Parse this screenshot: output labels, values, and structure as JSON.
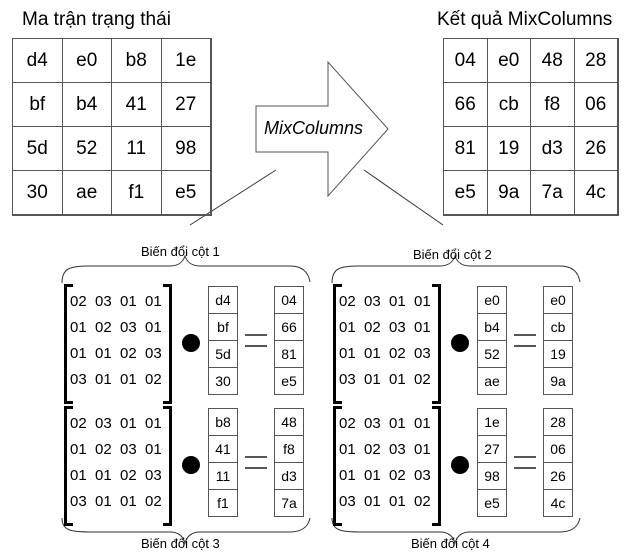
{
  "state_matrix": {
    "title": "Ma trận trạng thái",
    "cells": [
      [
        "d4",
        "e0",
        "b8",
        "1e"
      ],
      [
        "bf",
        "b4",
        "41",
        "27"
      ],
      [
        "5d",
        "52",
        "11",
        "98"
      ],
      [
        "30",
        "ae",
        "f1",
        "e5"
      ]
    ]
  },
  "result_matrix": {
    "title": "Kết quả MixColumns",
    "cells": [
      [
        "04",
        "e0",
        "48",
        "28"
      ],
      [
        "66",
        "cb",
        "f8",
        "06"
      ],
      [
        "81",
        "19",
        "d3",
        "26"
      ],
      [
        "e5",
        "9a",
        "7a",
        "4c"
      ]
    ]
  },
  "arrow": {
    "label": "MixColumns"
  },
  "mix_matrix": [
    [
      "02",
      "03",
      "01",
      "01"
    ],
    [
      "01",
      "02",
      "03",
      "01"
    ],
    [
      "01",
      "01",
      "02",
      "03"
    ],
    [
      "03",
      "01",
      "01",
      "02"
    ]
  ],
  "columns": [
    {
      "label": "Biến đổi cột 1",
      "input": [
        "d4",
        "bf",
        "5d",
        "30"
      ],
      "output": [
        "04",
        "66",
        "81",
        "e5"
      ]
    },
    {
      "label": "Biến đổi cột 2",
      "input": [
        "e0",
        "b4",
        "52",
        "ae"
      ],
      "output": [
        "e0",
        "cb",
        "19",
        "9a"
      ]
    },
    {
      "label": "Biến đổi cột 3",
      "input": [
        "b8",
        "41",
        "11",
        "f1"
      ],
      "output": [
        "48",
        "f8",
        "d3",
        "7a"
      ]
    },
    {
      "label": "Biến đổi cột 4",
      "input": [
        "1e",
        "27",
        "98",
        "e5"
      ],
      "output": [
        "28",
        "06",
        "26",
        "4c"
      ]
    }
  ],
  "symbols": {
    "multiply": "dot-product",
    "equals": "equals"
  }
}
